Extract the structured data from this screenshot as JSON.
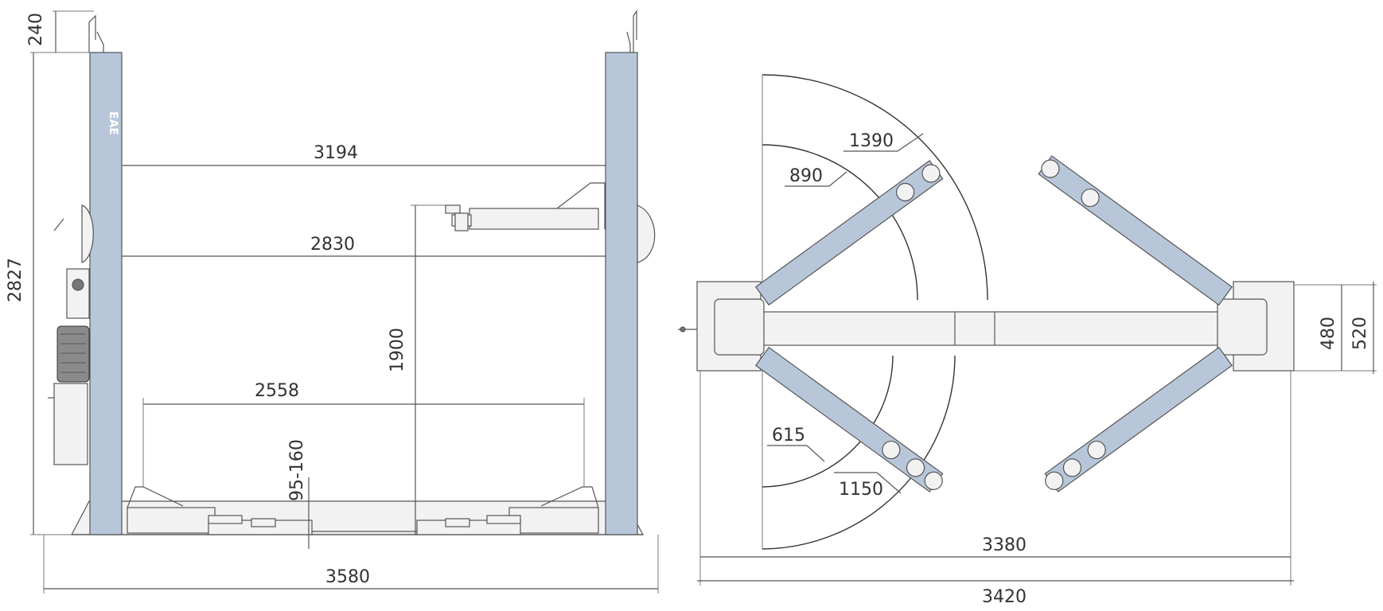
{
  "brand": {
    "logo_text": "EAE"
  },
  "front_view": {
    "dims": {
      "top_extension": "240",
      "total_height": "2827",
      "overall_width_top": "3194",
      "inner_width": "2830",
      "lift_height": "1900",
      "arm_span": "2558",
      "pad_height": "95-160",
      "base_width": "3580"
    }
  },
  "top_view": {
    "dims": {
      "arm_reach_outer_long": "1390",
      "arm_reach_outer_short": "890",
      "arm_reach_inner_short": "615",
      "arm_reach_inner_long": "1150",
      "inner_length": "3380",
      "overall_length": "3420",
      "base_depth_inner": "480",
      "base_depth_outer": "520"
    }
  },
  "colors": {
    "column": "#b8c6da",
    "lines": "#555555"
  }
}
